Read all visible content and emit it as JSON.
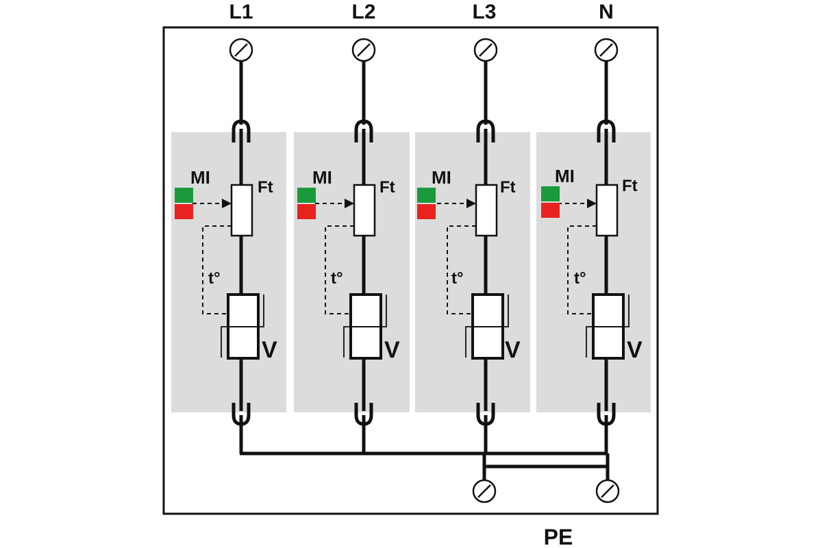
{
  "diagram": {
    "phases": [
      {
        "label": "L1",
        "indicator": "MI",
        "fuse": "Ft",
        "thermal": "t°",
        "varistor": "V"
      },
      {
        "label": "L2",
        "indicator": "MI",
        "fuse": "Ft",
        "thermal": "t°",
        "varistor": "V"
      },
      {
        "label": "L3",
        "indicator": "MI",
        "fuse": "Ft",
        "thermal": "t°",
        "varistor": "V"
      },
      {
        "label": "N",
        "indicator": "MI",
        "fuse": "Ft",
        "thermal": "t°",
        "varistor": "V"
      }
    ],
    "ground_label": "PE",
    "colors": {
      "module_bg": "#dcdcdc",
      "indicator_ok": "#1a9a3a",
      "indicator_fault": "#e8231f",
      "line": "#111111"
    }
  }
}
